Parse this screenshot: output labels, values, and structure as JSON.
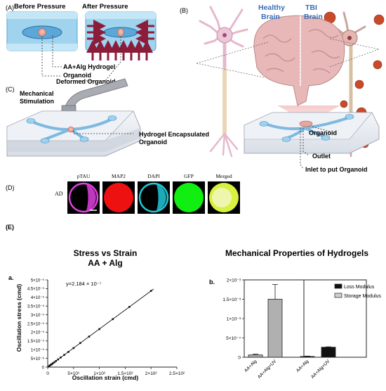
{
  "panelA": {
    "label": "(A)",
    "before": "Before Pressure",
    "after": "After Pressure",
    "hydrogel": "AA+Alg Hydrogel",
    "organoid": "Organoid",
    "deformed": "Deformed Organoid"
  },
  "panelB": {
    "label": "(B)",
    "healthy_1": "Healthy",
    "healthy_2": "Brain",
    "tbi_1": "TBI",
    "tbi_2": "Brain",
    "organoid": "Organoid",
    "outlet": "Outlet",
    "inlet": "Inlet to put Organoid"
  },
  "panelC": {
    "label": "(C)",
    "mech_1": "Mechanical",
    "mech_2": "Stimulation",
    "enc_1": "Hydrogel Encapsulated",
    "enc_2": "Organoid"
  },
  "panelD": {
    "label": "(D)",
    "row": "AD",
    "channels": [
      "pTAU",
      "MAP2",
      "DAPI",
      "GFP",
      "Merged"
    ],
    "colors": [
      "#e040e0",
      "#ee1111",
      "#22c8d8",
      "#11ee11",
      "#e8f060"
    ]
  },
  "panelE": {
    "label": "(E)"
  },
  "chart_data": [
    {
      "type": "scatter",
      "panel": "a.",
      "title": "Stress vs Strain",
      "subtitle": "AA + Alg",
      "xlabel": "Oscillation strain (cmd)",
      "ylabel": "Oscillation stress (cmd)",
      "annotation": "y=2.184 × 10⁻⁷",
      "xticks": [
        "0",
        "5×10¹",
        "1×10²",
        "1.5×10²",
        "2×10²",
        "2.5×10²"
      ],
      "xtick_values": [
        0,
        50,
        100,
        150,
        200,
        250
      ],
      "yticks": [
        "0",
        "5×10⁻⁶",
        "1×10⁻⁵",
        "1.5×10⁻⁵",
        "2×10⁻⁵",
        "2.5×10⁻⁵",
        "3×10⁻⁵",
        "3.5×10⁻⁵",
        "4×10⁻⁵",
        "4.5×10⁻⁵",
        "5×10⁻⁵"
      ],
      "ytick_values": [
        0,
        5e-06,
        1e-05,
        1.5e-05,
        2e-05,
        2.5e-05,
        3e-05,
        3.5e-05,
        4e-05,
        4.5e-05,
        5e-05
      ],
      "xlim": [
        0,
        250
      ],
      "ylim": [
        0,
        5e-05
      ],
      "x": [
        2,
        4,
        6,
        8,
        10,
        13,
        16,
        20,
        25,
        32,
        40,
        50,
        63,
        80,
        100,
        126,
        158,
        200
      ],
      "y": [
        4e-07,
        9e-07,
        1.3e-06,
        1.7e-06,
        2.2e-06,
        2.8e-06,
        3.5e-06,
        4.4e-06,
        5.5e-06,
        7e-06,
        8.7e-06,
        1.09e-05,
        1.38e-05,
        1.75e-05,
        2.18e-05,
        2.75e-05,
        3.45e-05,
        4.37e-05
      ],
      "fit": {
        "slope": 2.184e-07,
        "x_range": [
          0,
          205
        ]
      }
    },
    {
      "type": "bar",
      "panel": "b.",
      "title": "Mechanical Properties of Hydrogels",
      "categories": [
        "AA+Alg",
        "AA+Alg+UV",
        "AA+Alg",
        "AA+Alg+UV"
      ],
      "groups": [
        "Storage Modulus",
        "Storage Modulus",
        "Loss Modulus",
        "Loss Modulus"
      ],
      "values": [
        6e-05,
        0.0015,
        2e-05,
        0.00026
      ],
      "errors": [
        2e-05,
        0.00038,
        1e-05,
        1e-05
      ],
      "fill": [
        "#b0b0b0",
        "#b0b0b0",
        "#111111",
        "#111111"
      ],
      "yticks": [
        "0",
        "5×10⁻⁴",
        "1×10⁻³",
        "1.5×10⁻³",
        "2×10⁻³"
      ],
      "ytick_values": [
        0,
        0.0005,
        0.001,
        0.0015,
        0.002
      ],
      "ylim": [
        0,
        0.002
      ],
      "legend": [
        "Loss Modulus",
        "Storage Modulus"
      ],
      "legend_fill": [
        "#111111",
        "#d0d0d0"
      ],
      "legend_position": "top-right"
    }
  ]
}
